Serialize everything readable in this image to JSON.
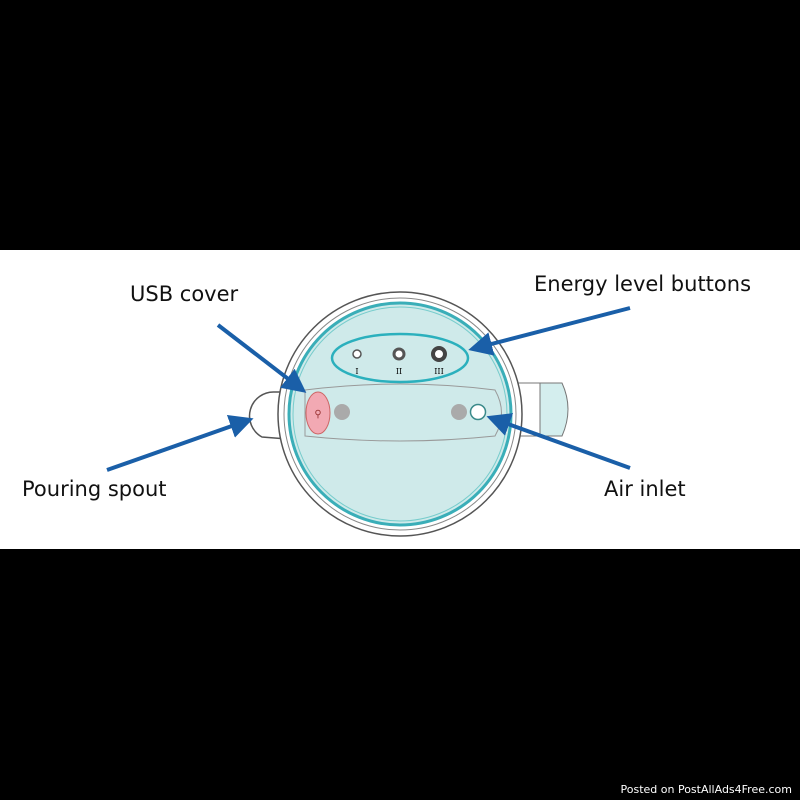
{
  "labels": {
    "usb_cover": "USB cover",
    "energy_buttons": "Energy level buttons",
    "pouring_spout": "Pouring spout",
    "air_inlet": "Air inlet"
  },
  "energy_levels": [
    "I",
    "II",
    "III"
  ],
  "footer": "Posted on PostAllAds4Free.com",
  "colors": {
    "arrow": "#1a5fa8",
    "lid": "#cfeaea",
    "ring": "#3aaeb8",
    "usb_cover": "#f2a9b3"
  }
}
